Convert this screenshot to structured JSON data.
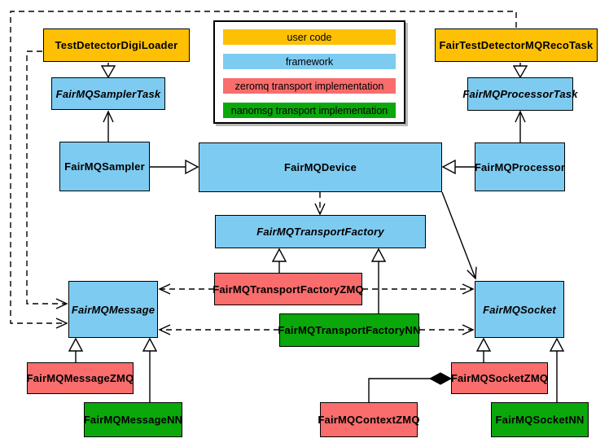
{
  "legend": {
    "items": [
      {
        "label": "user code",
        "color": "#fdc004"
      },
      {
        "label": "framework",
        "color": "#7ecbf1"
      },
      {
        "label": "zeromq transport implementation",
        "color": "#f96d6d"
      },
      {
        "label": "nanomsg transport implementation",
        "color": "#0aa80a"
      }
    ]
  },
  "nodes": {
    "testDetectorDigiLoader": {
      "label": "TestDetectorDigiLoader",
      "category": "user code",
      "color": "#fdc004",
      "abstract": false
    },
    "fairTestDetectorMQRecoTask": {
      "label": "FairTestDetectorMQRecoTask",
      "category": "user code",
      "color": "#fdc004",
      "abstract": false
    },
    "fairMQSamplerTask": {
      "label": "FairMQSamplerTask",
      "category": "framework",
      "color": "#7ecbf1",
      "abstract": true
    },
    "fairMQProcessorTask": {
      "label": "FairMQProcessorTask",
      "category": "framework",
      "color": "#7ecbf1",
      "abstract": true
    },
    "fairMQSampler": {
      "label": "FairMQSampler",
      "category": "framework",
      "color": "#7ecbf1",
      "abstract": false
    },
    "fairMQDevice": {
      "label": "FairMQDevice",
      "category": "framework",
      "color": "#7ecbf1",
      "abstract": false
    },
    "fairMQProcessor": {
      "label": "FairMQProcessor",
      "category": "framework",
      "color": "#7ecbf1",
      "abstract": false
    },
    "fairMQTransportFactory": {
      "label": "FairMQTransportFactory",
      "category": "framework",
      "color": "#7ecbf1",
      "abstract": true
    },
    "fairMQTransportFactoryZMQ": {
      "label": "FairMQTransportFactoryZMQ",
      "category": "zeromq transport implementation",
      "color": "#f96d6d",
      "abstract": false
    },
    "fairMQTransportFactoryNN": {
      "label": "FairMQTransportFactoryNN",
      "category": "nanomsg transport implementation",
      "color": "#0aa80a",
      "abstract": false
    },
    "fairMQMessage": {
      "label": "FairMQMessage",
      "category": "framework",
      "color": "#7ecbf1",
      "abstract": true
    },
    "fairMQSocket": {
      "label": "FairMQSocket",
      "category": "framework",
      "color": "#7ecbf1",
      "abstract": true
    },
    "fairMQMessageZMQ": {
      "label": "FairMQMessageZMQ",
      "category": "zeromq transport implementation",
      "color": "#f96d6d",
      "abstract": false
    },
    "fairMQMessageNN": {
      "label": "FairMQMessageNN",
      "category": "nanomsg transport implementation",
      "color": "#0aa80a",
      "abstract": false
    },
    "fairMQSocketZMQ": {
      "label": "FairMQSocketZMQ",
      "category": "zeromq transport implementation",
      "color": "#f96d6d",
      "abstract": false
    },
    "fairMQSocketNN": {
      "label": "FairMQSocketNN",
      "category": "nanomsg transport implementation",
      "color": "#0aa80a",
      "abstract": false
    },
    "fairMQContextZMQ": {
      "label": "FairMQContextZMQ",
      "category": "zeromq transport implementation",
      "color": "#f96d6d",
      "abstract": false
    }
  },
  "edges": [
    {
      "from": "testDetectorDigiLoader",
      "to": "fairMQSamplerTask",
      "type": "inheritance-triangle",
      "line": "solid"
    },
    {
      "from": "fairTestDetectorMQRecoTask",
      "to": "fairMQProcessorTask",
      "type": "inheritance-triangle",
      "line": "solid"
    },
    {
      "from": "fairMQSampler",
      "to": "fairMQDevice",
      "type": "inheritance-triangle",
      "line": "solid"
    },
    {
      "from": "fairMQProcessor",
      "to": "fairMQDevice",
      "type": "inheritance-triangle",
      "line": "solid"
    },
    {
      "from": "fairMQTransportFactoryZMQ",
      "to": "fairMQTransportFactory",
      "type": "inheritance-triangle",
      "line": "solid"
    },
    {
      "from": "fairMQTransportFactoryNN",
      "to": "fairMQTransportFactory",
      "type": "inheritance-triangle",
      "line": "solid"
    },
    {
      "from": "fairMQMessageZMQ",
      "to": "fairMQMessage",
      "type": "inheritance-triangle",
      "line": "solid"
    },
    {
      "from": "fairMQMessageNN",
      "to": "fairMQMessage",
      "type": "inheritance-triangle",
      "line": "solid"
    },
    {
      "from": "fairMQSocketZMQ",
      "to": "fairMQSocket",
      "type": "inheritance-triangle",
      "line": "solid"
    },
    {
      "from": "fairMQSocketNN",
      "to": "fairMQSocket",
      "type": "inheritance-triangle",
      "line": "solid"
    },
    {
      "from": "fairMQSampler",
      "to": "fairMQSamplerTask",
      "type": "open-arrow",
      "line": "solid"
    },
    {
      "from": "fairMQProcessor",
      "to": "fairMQProcessorTask",
      "type": "open-arrow",
      "line": "solid"
    },
    {
      "from": "fairMQDevice",
      "to": "fairMQTransportFactory",
      "type": "open-arrow",
      "line": "dashed"
    },
    {
      "from": "fairMQDevice",
      "to": "fairMQSocket",
      "type": "open-arrow",
      "line": "solid"
    },
    {
      "from": "fairMQTransportFactoryZMQ",
      "to": "fairMQMessage",
      "type": "open-arrow",
      "line": "dashed"
    },
    {
      "from": "fairMQTransportFactoryZMQ",
      "to": "fairMQSocket",
      "type": "open-arrow",
      "line": "dashed"
    },
    {
      "from": "fairMQTransportFactoryNN",
      "to": "fairMQMessage",
      "type": "open-arrow",
      "line": "dashed"
    },
    {
      "from": "fairMQTransportFactoryNN",
      "to": "fairMQSocket",
      "type": "open-arrow",
      "line": "dashed"
    },
    {
      "from": "testDetectorDigiLoader",
      "to": "fairMQMessage",
      "type": "open-arrow",
      "line": "dashed"
    },
    {
      "from": "fairTestDetectorMQRecoTask",
      "to": "fairMQMessage",
      "type": "open-arrow",
      "line": "dashed"
    },
    {
      "from": "fairMQContextZMQ",
      "to": "fairMQSocketZMQ",
      "type": "composition-diamond",
      "line": "solid"
    }
  ]
}
